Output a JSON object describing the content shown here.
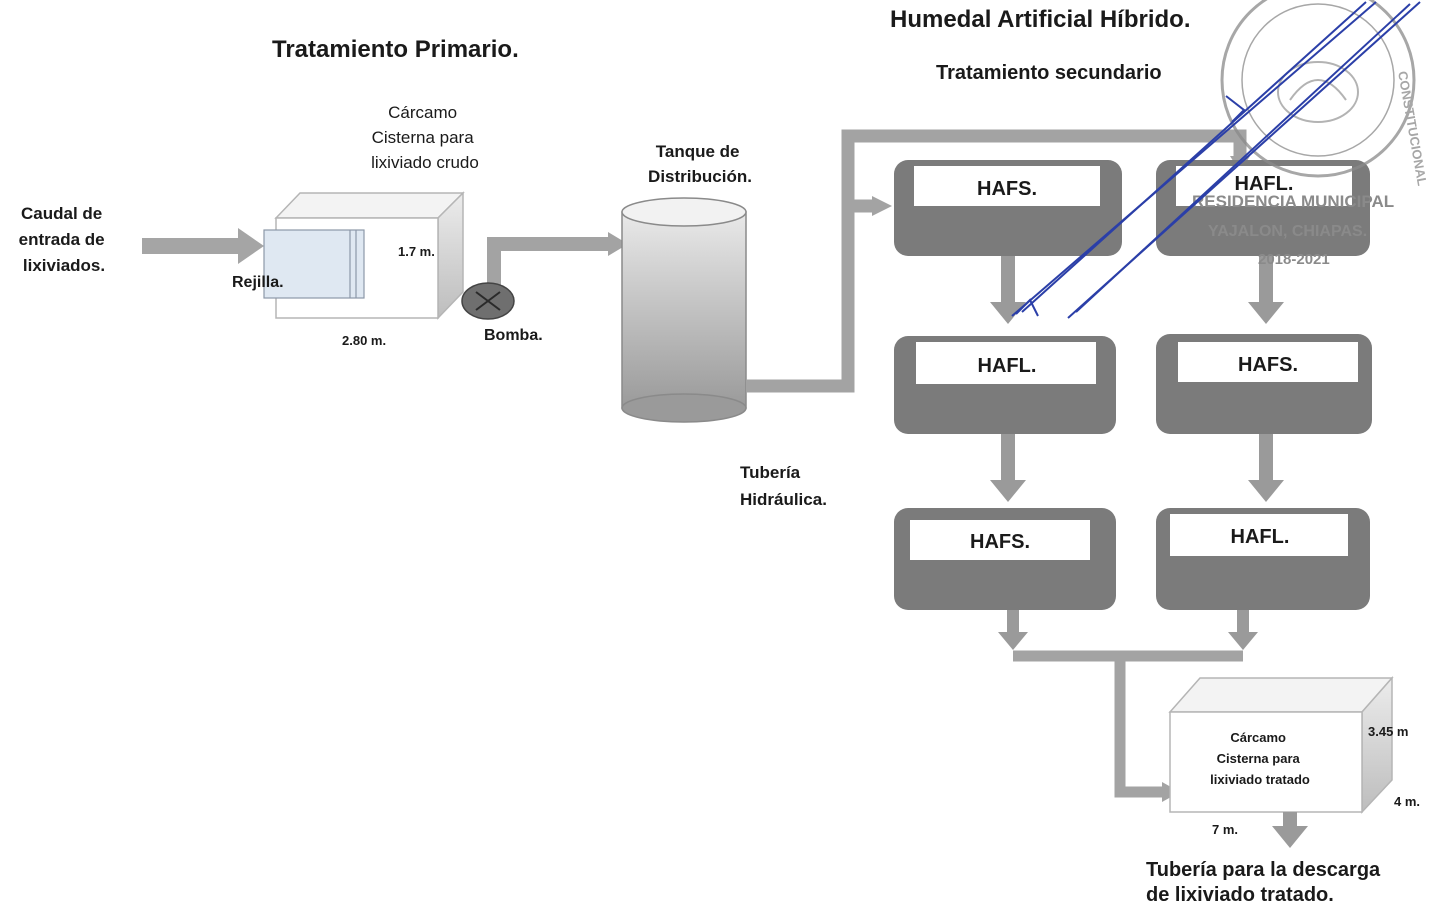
{
  "titles": {
    "primary": "Tratamiento Primario.",
    "hybrid": "Humedal Artificial Híbrido.",
    "secondary": "Tratamiento secundario"
  },
  "inlet": {
    "lines": [
      "Caudal de",
      "entrada de",
      "lixiviados."
    ]
  },
  "sump_raw": {
    "lines": [
      "Cárcamo",
      "Cisterna para",
      "lixiviado crudo"
    ],
    "grate": "Rejilla.",
    "height": "1.7 m.",
    "length": "2.80 m."
  },
  "pump": {
    "label": "Bomba."
  },
  "tank": {
    "lines": [
      "Tanque de",
      "Distribución."
    ]
  },
  "pipe": {
    "lines": [
      "Tubería",
      "Hidráulica."
    ]
  },
  "wetlands": {
    "left": [
      "HAFS.",
      "HAFL.",
      "HAFS."
    ],
    "right": [
      "HAFL.",
      "HAFS.",
      "HAFL."
    ]
  },
  "sump_treated": {
    "lines": [
      "Cárcamo",
      "Cisterna para",
      "lixiviado tratado"
    ],
    "height": "3.45 m",
    "width": "4 m.",
    "length": "7 m."
  },
  "discharge": {
    "lines": [
      "Tubería para la descarga",
      "de lixiviado tratado."
    ]
  },
  "stamp": {
    "line1": "RESIDENCIA MUNICIPAL",
    "line2": "YAJALON, CHIAPAS.",
    "line3": "2018-2021",
    "ring": "CONSTITUCIONAL"
  },
  "colors": {
    "arrow": "#9a9a9a",
    "wetland": "#7b7b7b",
    "tank_top": "#e6e6e6",
    "tank_bottom": "#9e9e9e",
    "signature": "#2b3fa8"
  }
}
